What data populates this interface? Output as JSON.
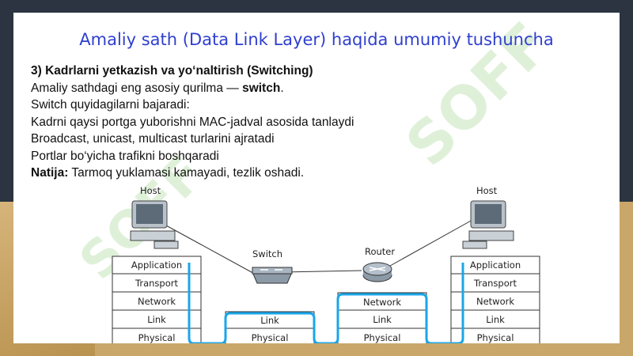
{
  "slide": {
    "title": "Amaliy sath (Data Link Layer) haqida umumiy tushuncha",
    "heading": "3) Kadrlarni yetkazish va yo‘naltirish (Switching)",
    "intro_prefix": "Amaliy sathdagi eng asosiy qurilma — ",
    "intro_bold": "switch",
    "intro_suffix": ".",
    "lines": [
      "Switch quyidagilarni bajaradi:",
      "Kadrni qaysi portga yuborishni MAC-jadval asosida tanlaydi",
      "Broadcast, unicast, multicast turlarini ajratadi",
      "Portlar bo‘yicha trafikni boshqaradi"
    ],
    "result_label": "Natija:",
    "result_text": " Tarmoq yuklamasi kamayadi, tezlik oshadi."
  },
  "watermark": {
    "text": "SOFF"
  },
  "diagram": {
    "left_host": {
      "label": "Host",
      "layers": [
        "Application",
        "Transport",
        "Network",
        "Link",
        "Physical"
      ]
    },
    "switch": {
      "label": "Switch",
      "layers": [
        "Link",
        "Physical"
      ]
    },
    "router": {
      "label": "Router",
      "layers": [
        "Network",
        "Link",
        "Physical"
      ]
    },
    "right_host": {
      "label": "Host",
      "layers": [
        "Application",
        "Transport",
        "Network",
        "Link",
        "Physical"
      ]
    },
    "colors": {
      "path": "#1aa6e8",
      "box_fill": "#ffffff",
      "box_stroke": "#333333",
      "device": "#7a8a99"
    }
  }
}
